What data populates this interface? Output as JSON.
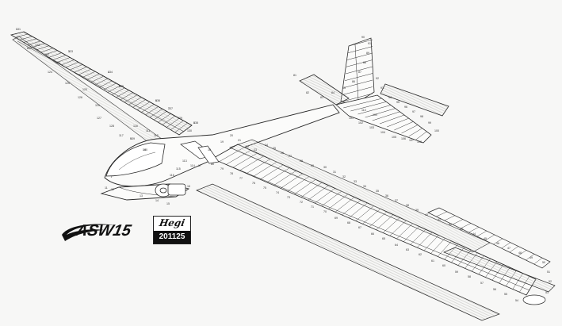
{
  "logo": {
    "model": "ASW15"
  },
  "badge": {
    "maker": "Hegi",
    "number": "201125"
  },
  "colors": {
    "line": "#2a2a2a",
    "wood": "#d9d9d6",
    "background": "#f7f7f6"
  },
  "part_numbers": [
    "1",
    "2",
    "3",
    "4",
    "5",
    "6",
    "7",
    "8",
    "9",
    "10",
    "11",
    "12",
    "13",
    "14",
    "15",
    "16",
    "17",
    "18",
    "19",
    "20",
    "21",
    "22",
    "23",
    "24",
    "25",
    "26",
    "27",
    "28",
    "29",
    "30",
    "31",
    "32",
    "33",
    "34",
    "35",
    "36",
    "37",
    "38",
    "39",
    "40",
    "41",
    "42",
    "43",
    "44",
    "45",
    "46",
    "47",
    "48",
    "49",
    "50",
    "51",
    "52",
    "53",
    "54",
    "55",
    "56",
    "57",
    "58",
    "59",
    "60",
    "61",
    "62",
    "63",
    "64",
    "65",
    "66",
    "67",
    "68",
    "69",
    "70",
    "71",
    "72",
    "73",
    "74",
    "75",
    "76",
    "77",
    "78",
    "79",
    "80",
    "81",
    "82",
    "83",
    "84",
    "85",
    "86",
    "87",
    "88",
    "89",
    "90",
    "91",
    "92",
    "93",
    "94",
    "95",
    "96",
    "97",
    "98",
    "99",
    "100",
    "101",
    "102",
    "103",
    "104",
    "105",
    "106",
    "107",
    "108",
    "109",
    "110",
    "111",
    "112",
    "113",
    "114",
    "115",
    "116",
    "117",
    "118",
    "119",
    "120",
    "121",
    "122",
    "123",
    "124",
    "125",
    "126",
    "127",
    "128",
    "129",
    "130",
    "131",
    "132",
    "133",
    "134",
    "135",
    "136",
    "137",
    "138",
    "139",
    "140"
  ]
}
